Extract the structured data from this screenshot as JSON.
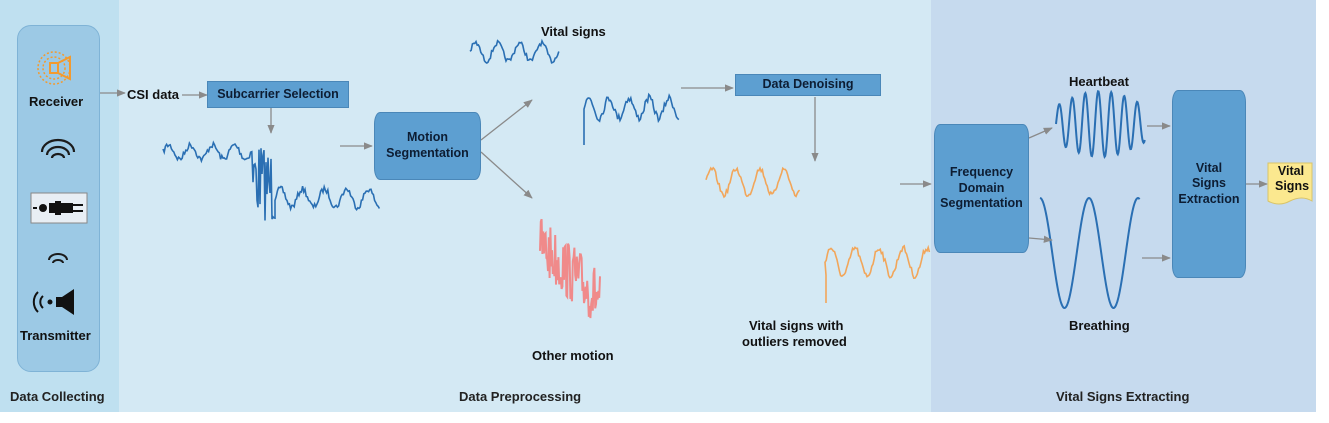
{
  "sections": {
    "collecting": "Data Collecting",
    "preprocessing": "Data Preprocessing",
    "extracting": "Vital Signs Extracting"
  },
  "devices": {
    "receiver": "Receiver",
    "transmitter": "Transmitter"
  },
  "labels": {
    "csi": "CSI data",
    "vital_signs": "Vital signs",
    "other_motion": "Other motion",
    "outliers_line1": "Vital signs with",
    "outliers_line2": "outliers removed",
    "heartbeat": "Heartbeat",
    "breathing": "Breathing"
  },
  "boxes": {
    "subcarrier": "Subcarrier Selection",
    "motion_1": "Motion",
    "motion_2": "Segmentation",
    "denoising": "Data Denoising",
    "freq_1": "Frequency",
    "freq_2": "Domain",
    "freq_3": "Segmentation",
    "vse_1": "Vital",
    "vse_2": "Signs",
    "vse_3": "Extraction"
  },
  "output": {
    "line1": "Vital",
    "line2": "Signs"
  },
  "colors": {
    "signal_blue": "#2a6fb3",
    "denoised_orange": "#f2a65a",
    "motion_red": "#f08a8a",
    "box_blue": "#5d9fd1",
    "output_yellow": "#fbe88f",
    "arrow_gray": "#8a8a8a"
  },
  "icons": [
    "receiver-icon",
    "wifi-signal-icon",
    "person-lying-icon",
    "small-signal-icon",
    "transmitter-icon"
  ]
}
